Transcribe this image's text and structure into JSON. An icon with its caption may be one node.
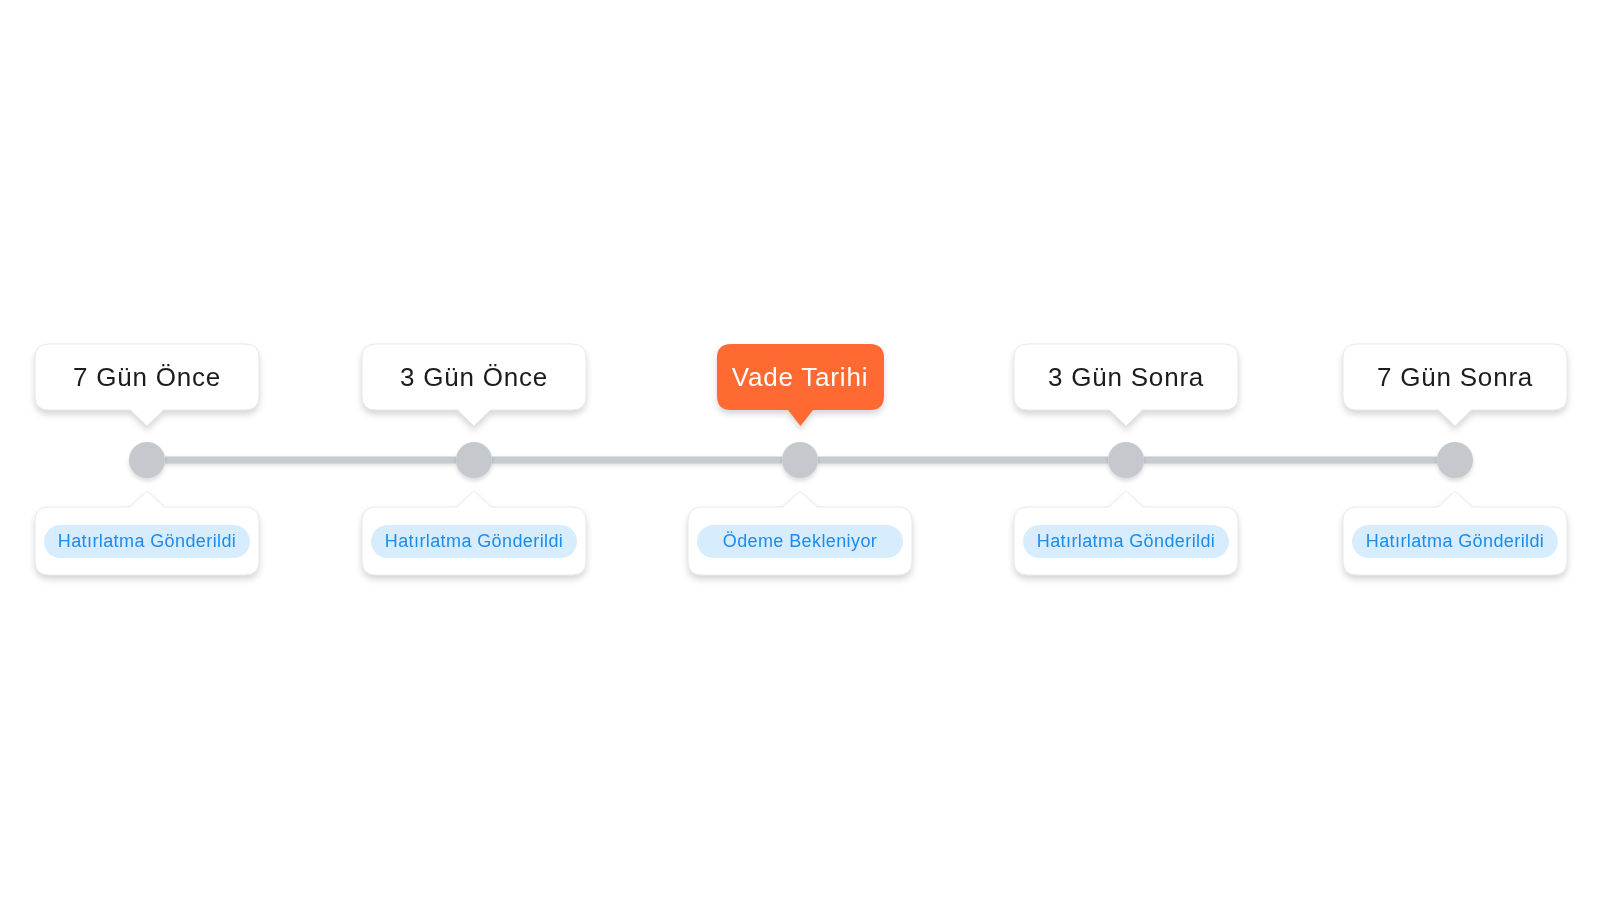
{
  "diagram": {
    "nodes": [
      {
        "text": [
          "7 Gün Önce"
        ]
      },
      {
        "text": [
          "3 Gün Önce"
        ]
      },
      {
        "text": [
          "Vade Tarihi"
        ]
      },
      {
        "text": [
          "3 Gün Sonra"
        ]
      },
      {
        "text": [
          "7 Gün Sonra"
        ]
      },
      {
        "text": [],
        "shape": "circle"
      },
      {
        "text": [],
        "shape": "circle"
      },
      {
        "text": [],
        "shape": "circle"
      },
      {
        "text": [],
        "shape": "circle"
      },
      {
        "text": [],
        "shape": "circle"
      },
      {
        "text": [],
        "shape": "box"
      },
      {
        "text": [
          "Hatırlatma Gönderildi"
        ],
        "in": 10
      },
      {
        "text": [],
        "shape": "box"
      },
      {
        "text": [
          "Hatırlatma Gönderildi"
        ],
        "in": 12
      },
      {
        "text": [],
        "shape": "box"
      },
      {
        "text": [
          "Ödeme Bekleniyor"
        ],
        "in": 14
      },
      {
        "text": [],
        "shape": "box"
      },
      {
        "text": [
          "Hatırlatma Gönderildi"
        ],
        "in": 16
      },
      {
        "text": [],
        "shape": "box"
      },
      {
        "text": [
          "Hatırlatma Gönderildi"
        ],
        "in": 18
      }
    ],
    "edges": [
      {
        "from": 5,
        "to": 6,
        "arrow": "none"
      },
      {
        "from": 6,
        "to": 7,
        "arrow": "none"
      },
      {
        "from": 7,
        "to": 8,
        "arrow": "none"
      },
      {
        "from": 8,
        "to": 9,
        "arrow": "none"
      }
    ]
  }
}
